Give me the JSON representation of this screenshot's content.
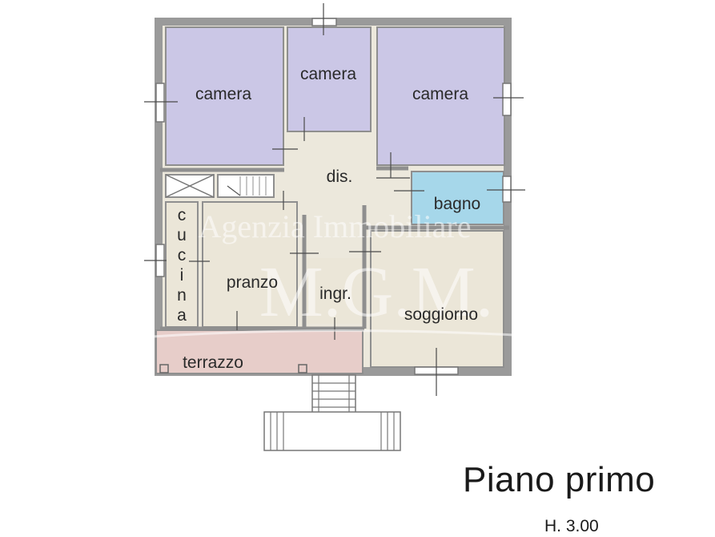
{
  "plan": {
    "rooms": {
      "camera_left": "camera",
      "camera_center": "camera",
      "camera_right": "camera",
      "disimpegno": "dis.",
      "bagno": "bagno",
      "cucina": [
        "c",
        "u",
        "c",
        "i",
        "n",
        "a"
      ],
      "pranzo": "pranzo",
      "ingresso": "ingr.",
      "soggiorno": "soggiorno",
      "terrazzo": "terrazzo"
    },
    "watermark": {
      "line1": "Agenzia Immobiliare",
      "line2": "M.G.M."
    },
    "colors": {
      "bedroom": "#cbc7e6",
      "bathroom": "#a6d7ea",
      "living": "#ebe6d8",
      "terrace": "#e7cdc9",
      "wall": "#8f8f8f"
    }
  },
  "footer": {
    "title": "Piano primo",
    "height": "H. 3.00"
  }
}
